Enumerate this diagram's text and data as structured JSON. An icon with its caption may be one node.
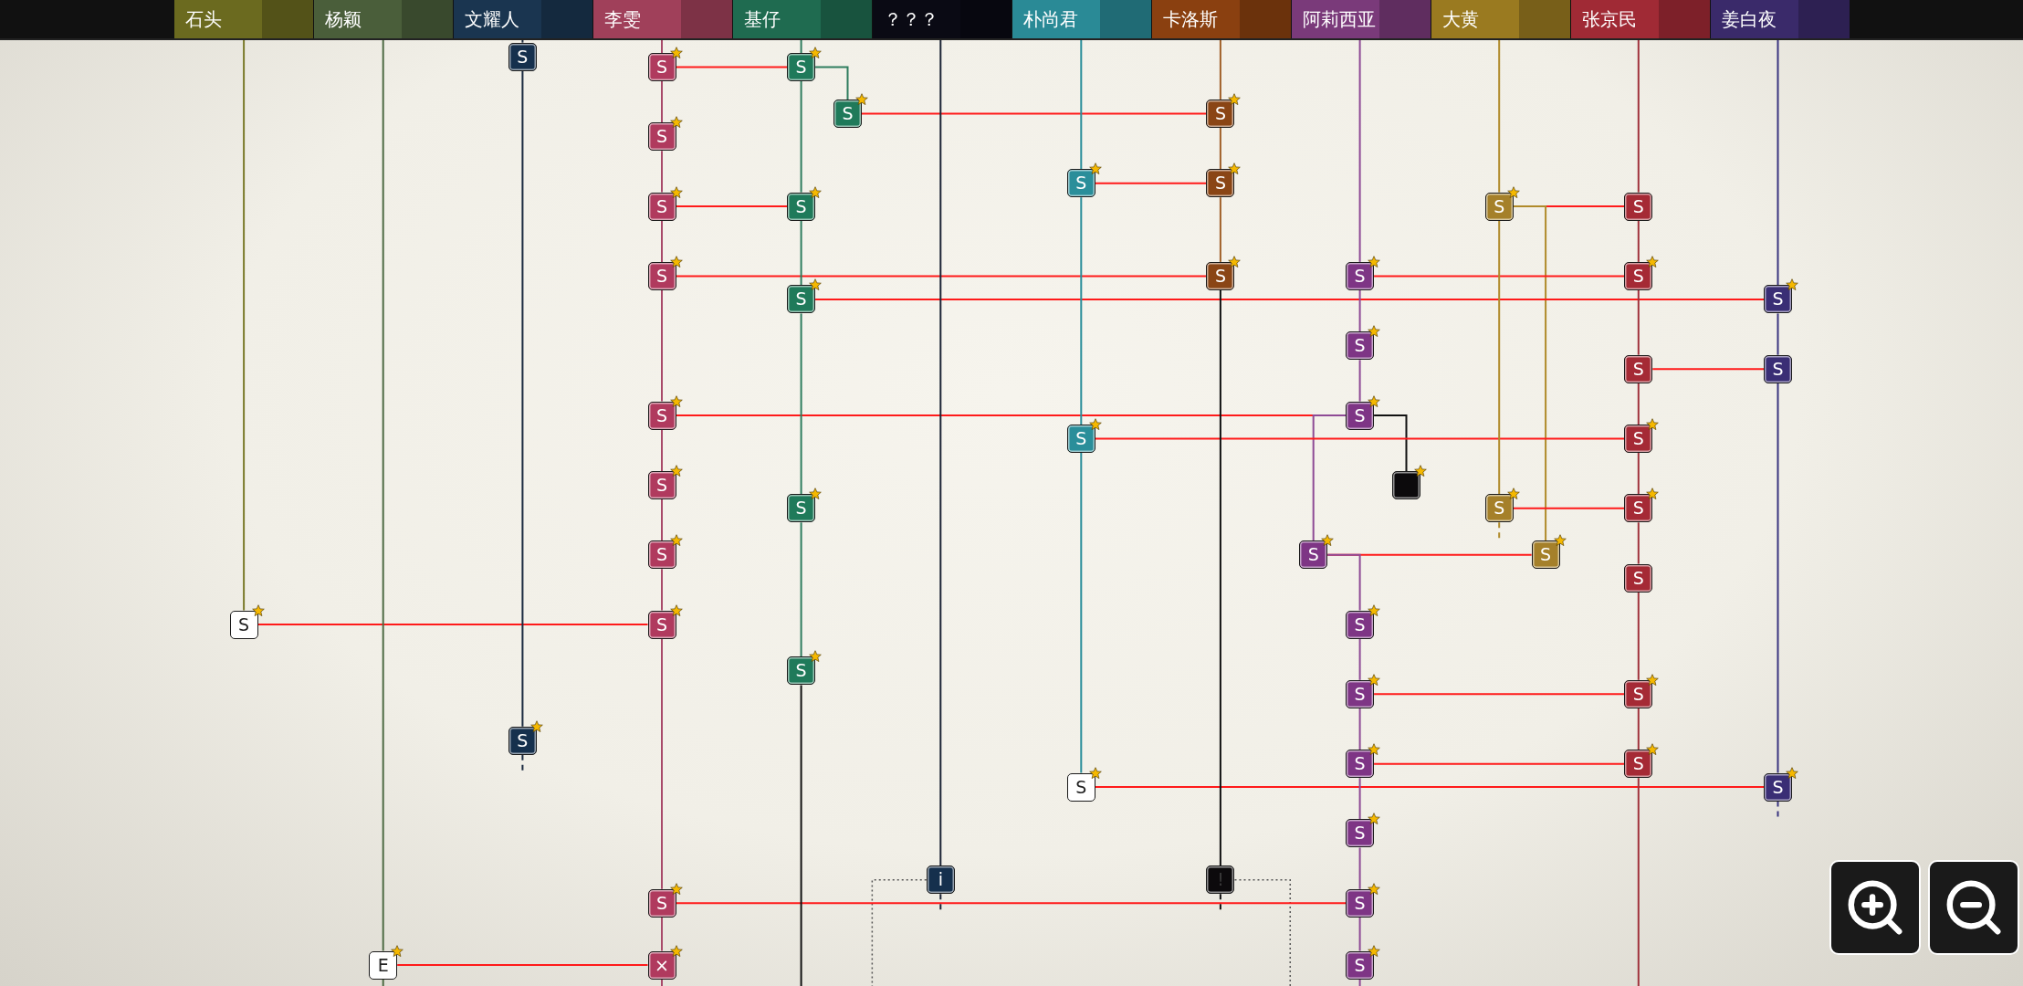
{
  "diagram": {
    "nodes": [
      {
        "text": [
          "石头"
        ]
      },
      {
        "text": [
          "杨颖"
        ]
      },
      {
        "text": [
          "文耀人"
        ]
      },
      {
        "text": [
          "李雯"
        ]
      },
      {
        "text": [
          "基仔"
        ]
      },
      {
        "text": [
          "？？？"
        ]
      },
      {
        "text": [
          "朴尚君"
        ]
      },
      {
        "text": [
          "卡洛斯"
        ]
      },
      {
        "text": [
          "阿莉西亚"
        ]
      },
      {
        "text": [
          "大黄"
        ]
      },
      {
        "text": [
          "张京民"
        ]
      },
      {
        "text": [
          "姜白夜"
        ]
      },
      {
        "text": [
          "S"
        ]
      },
      {
        "text": [
          "S"
        ]
      },
      {
        "text": [
          "S"
        ]
      },
      {
        "text": [
          "S"
        ]
      },
      {
        "text": [
          "S"
        ]
      },
      {
        "text": [
          "S"
        ]
      },
      {
        "text": [
          "S"
        ]
      },
      {
        "text": [
          "S"
        ]
      },
      {
        "text": [
          "S"
        ]
      },
      {
        "text": [
          "S"
        ]
      },
      {
        "text": [
          "S"
        ]
      },
      {
        "text": [
          "S"
        ]
      },
      {
        "text": [
          "S"
        ]
      },
      {
        "text": [
          "S"
        ]
      },
      {
        "text": [
          "S"
        ]
      },
      {
        "text": [
          "S"
        ]
      },
      {
        "text": [
          "S"
        ]
      },
      {
        "text": [
          "S"
        ]
      },
      {
        "text": [
          "S"
        ]
      },
      {
        "text": [
          "S"
        ]
      },
      {
        "text": [
          "S"
        ]
      },
      {
        "text": [
          "S"
        ]
      },
      {
        "text": [
          "S"
        ]
      },
      {
        "text": [
          "S"
        ]
      },
      {
        "text": [
          "S"
        ]
      },
      {
        "text": [
          "S"
        ]
      },
      {
        "text": [],
        "shape": "box"
      },
      {
        "text": [
          "S"
        ]
      },
      {
        "text": [
          "S"
        ]
      },
      {
        "text": [
          "S"
        ]
      },
      {
        "text": [
          "S"
        ]
      },
      {
        "text": [
          "S"
        ]
      },
      {
        "text": [
          "S"
        ]
      },
      {
        "text": [
          "S"
        ]
      },
      {
        "text": [
          "S"
        ]
      },
      {
        "text": [
          "S"
        ]
      },
      {
        "text": [
          "S"
        ]
      },
      {
        "text": [
          "S"
        ]
      },
      {
        "text": [
          "S"
        ]
      },
      {
        "text": [
          "S"
        ]
      },
      {
        "text": [
          "S"
        ]
      },
      {
        "text": [
          "S"
        ]
      },
      {
        "text": [
          "S"
        ]
      },
      {
        "text": [
          "S"
        ]
      },
      {
        "text": [
          "S"
        ]
      },
      {
        "text": [
          "S"
        ]
      },
      {
        "text": [
          "i"
        ]
      },
      {
        "text": [
          "!"
        ]
      },
      {
        "text": [
          "S"
        ]
      },
      {
        "text": [
          "S"
        ]
      },
      {
        "text": [
          "E"
        ]
      },
      {
        "text": [
          "×"
        ]
      },
      {
        "text": [
          "S"
        ]
      }
    ],
    "edges": [
      {
        "from": 13,
        "to": 14,
        "arrow": "none"
      },
      {
        "from": 14,
        "to": 15,
        "arrow": "none",
        "color": "#2e7d5e"
      },
      {
        "from": 15,
        "to": 16,
        "arrow": "none"
      },
      {
        "from": 18,
        "to": 19,
        "arrow": "none"
      },
      {
        "from": 20,
        "to": 21,
        "arrow": "none"
      },
      {
        "from": 22,
        "to": 23,
        "arrow": "none"
      },
      {
        "from": 22,
        "to": 44,
        "arrow": "none",
        "color": "#b08a2a"
      },
      {
        "from": 24,
        "to": 25,
        "arrow": "none"
      },
      {
        "from": 26,
        "to": 27,
        "arrow": "none"
      },
      {
        "from": 28,
        "to": 29,
        "arrow": "none"
      },
      {
        "from": 31,
        "to": 32,
        "arrow": "none"
      },
      {
        "from": 33,
        "to": 34,
        "arrow": "none"
      },
      {
        "from": 34,
        "to": 38,
        "arrow": "none",
        "color": "#111111"
      },
      {
        "from": 34,
        "to": 43,
        "arrow": "none",
        "color": "#8e4a95"
      },
      {
        "from": 35,
        "to": 36,
        "arrow": "none"
      },
      {
        "from": 40,
        "to": 41,
        "arrow": "none"
      },
      {
        "from": 43,
        "to": 44,
        "arrow": "none"
      },
      {
        "from": 43,
        "to": 48,
        "arrow": "none",
        "color": "#8e4a95"
      },
      {
        "from": 46,
        "to": 47,
        "arrow": "none"
      },
      {
        "from": 50,
        "to": 51,
        "arrow": "none"
      },
      {
        "from": 53,
        "to": 54,
        "arrow": "none"
      },
      {
        "from": 55,
        "to": 56,
        "arrow": "none"
      },
      {
        "from": 60,
        "to": 61,
        "arrow": "none"
      },
      {
        "from": 62,
        "to": 63,
        "arrow": "none"
      },
      {
        "from": 0,
        "to": 46,
        "arrow": "none",
        "color": "#7a7a2a"
      },
      {
        "from": 1,
        "to": 62,
        "arrow": "none",
        "color": "#4e6b44"
      },
      {
        "from": 62,
        "to": null,
        "arrow": "none",
        "color": "#4e6b44"
      },
      {
        "from": 2,
        "to": 12,
        "arrow": "none",
        "color": "#1a2a40"
      },
      {
        "from": 12,
        "to": 52,
        "arrow": "none",
        "color": "#1a2a40"
      },
      {
        "from": 52,
        "to": null,
        "arrow": "none",
        "color": "#1a2a40",
        "style": "dashed"
      },
      {
        "from": 3,
        "to": 13,
        "arrow": "none",
        "color": "#a84a6a"
      },
      {
        "from": 13,
        "to": 17,
        "arrow": "none",
        "color": "#a84a6a"
      },
      {
        "from": 17,
        "to": 20,
        "arrow": "none",
        "color": "#a84a6a"
      },
      {
        "from": 20,
        "to": 24,
        "arrow": "none",
        "color": "#a84a6a"
      },
      {
        "from": 24,
        "to": 33,
        "arrow": "none",
        "color": "#a84a6a"
      },
      {
        "from": 33,
        "to": 37,
        "arrow": "none",
        "color": "#a84a6a"
      },
      {
        "from": 37,
        "to": 42,
        "arrow": "none",
        "color": "#a84a6a"
      },
      {
        "from": 42,
        "to": 47,
        "arrow": "none",
        "color": "#a84a6a"
      },
      {
        "from": 47,
        "to": 60,
        "arrow": "none",
        "color": "#a84a6a"
      },
      {
        "from": 60,
        "to": 63,
        "arrow": "none",
        "color": "#a84a6a"
      },
      {
        "from": 63,
        "to": null,
        "arrow": "none",
        "color": "#a84a6a"
      },
      {
        "from": 4,
        "to": 14,
        "arrow": "none",
        "color": "#2e7d5e"
      },
      {
        "from": 14,
        "to": 21,
        "arrow": "none",
        "color": "#2e7d5e"
      },
      {
        "from": 21,
        "to": 28,
        "arrow": "none",
        "color": "#2e7d5e"
      },
      {
        "from": 28,
        "to": 39,
        "arrow": "none",
        "color": "#2e7d5e"
      },
      {
        "from": 39,
        "to": 49,
        "arrow": "none",
        "color": "#2e7d5e"
      },
      {
        "from": 49,
        "to": null,
        "arrow": "none",
        "color": "#111111"
      },
      {
        "from": 5,
        "to": 58,
        "arrow": "none",
        "color": "#1c2436"
      },
      {
        "from": 58,
        "to": null,
        "arrow": "none",
        "color": "#1c2436",
        "style": "dashed"
      },
      {
        "from": 6,
        "to": 18,
        "arrow": "none",
        "color": "#2a8e9a"
      },
      {
        "from": 18,
        "to": 35,
        "arrow": "none",
        "color": "#2a8e9a"
      },
      {
        "from": 35,
        "to": 55,
        "arrow": "none",
        "color": "#2a8e9a"
      },
      {
        "from": 7,
        "to": 16,
        "arrow": "none",
        "color": "#a0602a"
      },
      {
        "from": 16,
        "to": 19,
        "arrow": "none",
        "color": "#a0602a"
      },
      {
        "from": 19,
        "to": 25,
        "arrow": "none",
        "color": "#a0602a"
      },
      {
        "from": 25,
        "to": 59,
        "arrow": "none",
        "color": "#111111"
      },
      {
        "from": 59,
        "to": null,
        "arrow": "none",
        "color": "#111111",
        "style": "dashed"
      },
      {
        "from": 8,
        "to": 26,
        "arrow": "none",
        "color": "#8e4a95"
      },
      {
        "from": 26,
        "to": 30,
        "arrow": "none",
        "color": "#8e4a95"
      },
      {
        "from": 30,
        "to": 34,
        "arrow": "none",
        "color": "#8e4a95"
      },
      {
        "from": 48,
        "to": 50,
        "arrow": "none",
        "color": "#8e4a95"
      },
      {
        "from": 50,
        "to": 53,
        "arrow": "none",
        "color": "#8e4a95"
      },
      {
        "from": 53,
        "to": 57,
        "arrow": "none",
        "color": "#8e4a95"
      },
      {
        "from": 57,
        "to": 61,
        "arrow": "none",
        "color": "#8e4a95"
      },
      {
        "from": 61,
        "to": 64,
        "arrow": "none",
        "color": "#8e4a95"
      },
      {
        "from": 64,
        "to": null,
        "arrow": "none",
        "color": "#8e4a95"
      },
      {
        "from": 9,
        "to": 22,
        "arrow": "none",
        "color": "#b08a2a"
      },
      {
        "from": 22,
        "to": 40,
        "arrow": "none",
        "color": "#b08a2a"
      },
      {
        "from": 40,
        "to": null,
        "arrow": "none",
        "color": "#b08a2a",
        "style": "dashed"
      },
      {
        "from": 10,
        "to": 23,
        "arrow": "none",
        "color": "#a0323c"
      },
      {
        "from": 23,
        "to": 27,
        "arrow": "none",
        "color": "#a0323c"
      },
      {
        "from": 27,
        "to": 31,
        "arrow": "none",
        "color": "#a0323c"
      },
      {
        "from": 31,
        "to": 36,
        "arrow": "none",
        "color": "#a0323c"
      },
      {
        "from": 36,
        "to": 41,
        "arrow": "none",
        "color": "#a0323c"
      },
      {
        "from": 41,
        "to": 45,
        "arrow": "none",
        "color": "#a0323c"
      },
      {
        "from": 45,
        "to": 51,
        "arrow": "none",
        "color": "#a0323c"
      },
      {
        "from": 51,
        "to": 54,
        "arrow": "none",
        "color": "#a0323c"
      },
      {
        "from": 54,
        "to": null,
        "arrow": "none",
        "color": "#a0323c"
      },
      {
        "from": 11,
        "to": 29,
        "arrow": "none",
        "color": "#3a3580"
      },
      {
        "from": 29,
        "to": 32,
        "arrow": "none",
        "color": "#3a3580"
      },
      {
        "from": 32,
        "to": 56,
        "arrow": "none",
        "color": "#3a3580"
      },
      {
        "from": 56,
        "to": null,
        "arrow": "none",
        "color": "#3a3580",
        "style": "dashed"
      }
    ]
  }
}
